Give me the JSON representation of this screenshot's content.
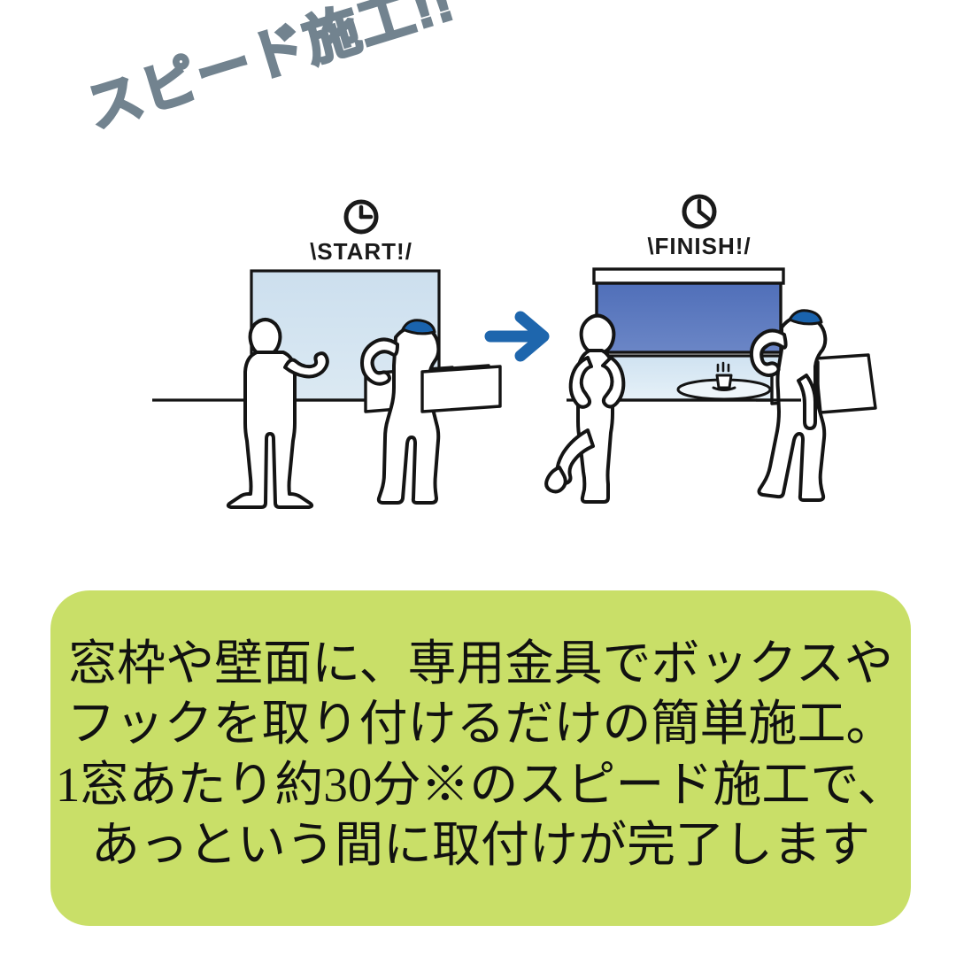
{
  "headline": {
    "text": "スピード施工!!",
    "color": "#72838f"
  },
  "scenes": {
    "start": {
      "label": "\\START!/",
      "clock_icon": "clock-icon",
      "description_people": [
        "customer-figure",
        "worker-figure-with-cap"
      ],
      "window_color": "#d3e3ef"
    },
    "finish": {
      "label": "\\FINISH!/",
      "clock_icon": "clock-icon",
      "description_people": [
        "happy-customer-figure",
        "worker-figure-leaving"
      ],
      "blind_color": "#5a78bd",
      "window_color": "#d9e8f4",
      "table_item": "coffee-cup"
    },
    "arrow": {
      "icon": "arrow-right-icon",
      "color": "#1e66ad"
    }
  },
  "caption": {
    "background": "#c9df68",
    "lines": [
      "窓枠や壁面に、専用金具でボックスや",
      "フックを取り付けるだけの簡単施工。",
      "1窓あたり約30分※のスピード施工で、",
      "あっという間に取付けが完了します"
    ]
  }
}
